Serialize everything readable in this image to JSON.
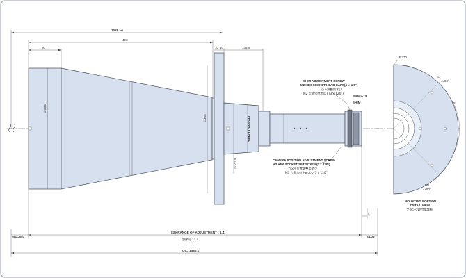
{
  "dimensions": {
    "overall_top": "1029 +α",
    "front_length": "493",
    "front_section": "80",
    "flange_a": "10",
    "flange_b": "10",
    "rear_section": "134.5",
    "dia_front": "∅300",
    "dia_mid": "∅365",
    "dia_tube": "∅102.9",
    "wd": "WD=840",
    "range": "839(RANGE OF ADJUSTMENT : 1.4)",
    "range_jp": "調節可 : 1.4",
    "rear_end": "24.06",
    "total": "OI = 1480.1",
    "small_4": "4",
    "thread": "M58x0.75",
    "shim_ring": "SHIM"
  },
  "labels": {
    "product_label": "PRODUCT LABEL",
    "shim_title": "SHIM ADJUSTMENT SCREW",
    "shim_spec": "M2 HEX SOCKET HEAD CAPS(4 x 120°)",
    "shim_jp1": "シム調整用ネジ",
    "shim_jp2": "M2 六角穴付ボルト(3 x 120°)",
    "cam_title": "CAMERA POSITION ADJUSTMENT SCREW",
    "cam_spec": "M3 HEX SOCKET SET SCREW(3 x 120°)",
    "cam_jp1": "カメラ位置調整用ネジ",
    "cam_jp2": "M3 六角穴付止めネジ(3 x 120°)"
  },
  "detail": {
    "radius": "R270",
    "hole_top": "4x90°",
    "hole_top_dia": "∅",
    "angle": "5°",
    "thread_label": "M5",
    "thread_count": "4x90°",
    "title": "MOUNTING PORTION",
    "subtitle": "DETAIL VIEW",
    "title_jp": "フランジ取付部詳細"
  },
  "colors": {
    "lens_fill": "#d7e0ef",
    "lens_stroke": "#444a55",
    "frame_bg": "#ffffff",
    "outer_bg": "#e9edf2"
  }
}
